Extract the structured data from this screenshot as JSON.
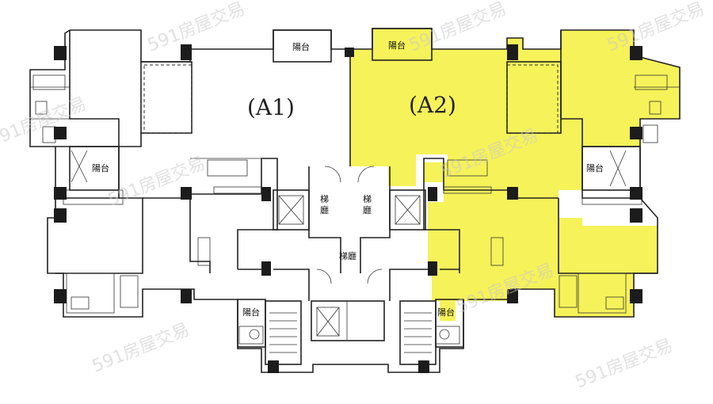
{
  "units": {
    "a1": {
      "label": "(A1)",
      "fill": "#ffffff"
    },
    "a2": {
      "label": "(A2)",
      "fill": "#f6f259"
    }
  },
  "labels": {
    "balcony": "陽台",
    "hall": "梯廳",
    "hall_left_vertical": "梯廳",
    "hall_right_vertical": "梯廳"
  },
  "watermark": {
    "text": "591房屋交易",
    "color": "#c9c9c9"
  },
  "colors": {
    "wall": "#222222",
    "column": "#1c1c1c",
    "highlight": "#f6f259",
    "background": "#ffffff"
  }
}
